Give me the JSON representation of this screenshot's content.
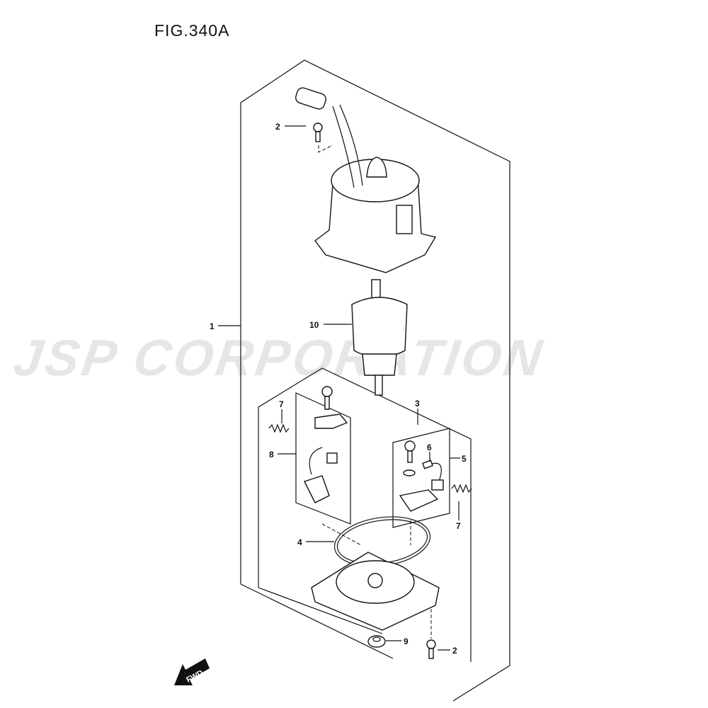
{
  "title": "FIG.340A",
  "watermark": "JSP CORPORATION",
  "fwd_label": "FWD",
  "callouts": [
    "2",
    "1",
    "10",
    "3",
    "7",
    "8",
    "6",
    "5",
    "7",
    "4",
    "9",
    "2"
  ]
}
